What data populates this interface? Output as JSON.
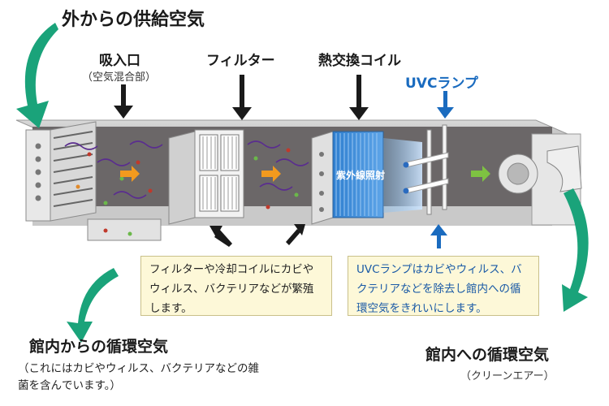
{
  "title_outside_air": "外からの供給空気",
  "labels": {
    "intake": "吸入口",
    "intake_sub": "（空気混合部）",
    "filter": "フィルター",
    "coil": "熱交換コイル",
    "uvc_lamp": "UVCランプ",
    "uv_irradiation": "紫外線照射"
  },
  "notes": {
    "problem": "フィルターや冷却コイルにカビやウィルス、バクテリアなどが繁殖します。",
    "solution": "UVCランプはカビやウィルス、バクテリアなどを除去し館内への循環空気をきれいにします。"
  },
  "return_air": {
    "title": "館内からの循環空気",
    "desc": "（これにはカビやウィルス、バクテリアなどの雑菌を含んでいます。）"
  },
  "supply_air": {
    "title": "館内への循環空気",
    "sub": "（クリーンエアー）"
  },
  "colors": {
    "duct": "#6b6768",
    "duct_edge": "#4a4647",
    "green_arrow": "#1aa37a",
    "orange_arrow": "#f39a1e",
    "uv_blue": "#1a6bbf",
    "note_bg": "#fdf8d8"
  }
}
